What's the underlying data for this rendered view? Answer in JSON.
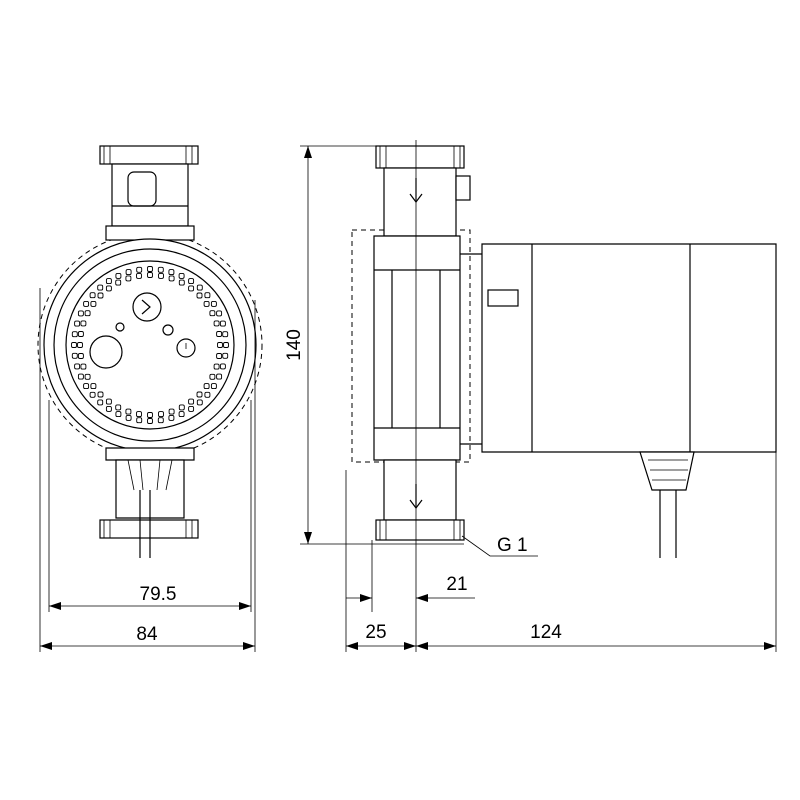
{
  "dimensions": {
    "front_inner_width": "79.5",
    "front_outer_width": "84",
    "height": "140",
    "inlet_offset_21": "21",
    "inlet_offset_25": "25",
    "side_length": "124"
  },
  "thread_label": "G 1"
}
